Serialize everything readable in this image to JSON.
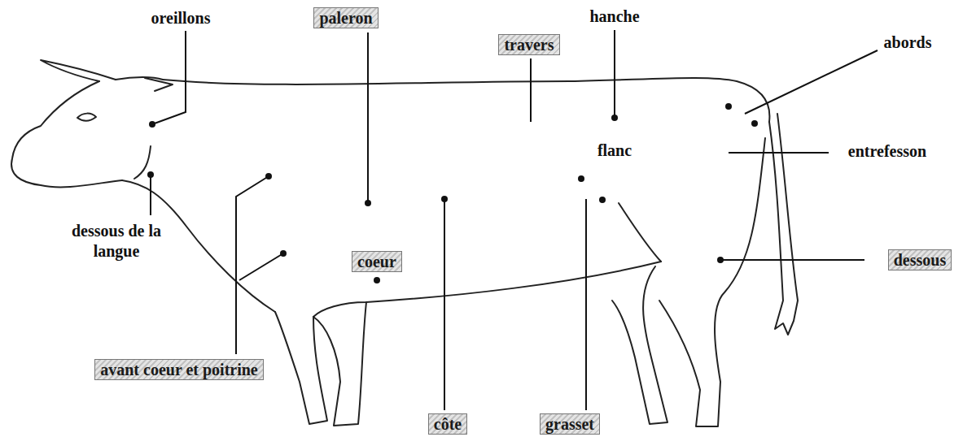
{
  "diagram": {
    "labels": [
      "oreillons",
      "paleron",
      "travers",
      "hanche",
      "abords",
      "flanc",
      "entrefesson",
      "dessous de la langue",
      "coeur",
      "dessous",
      "avant coeur et poitrine",
      "côte",
      "grasset"
    ]
  }
}
